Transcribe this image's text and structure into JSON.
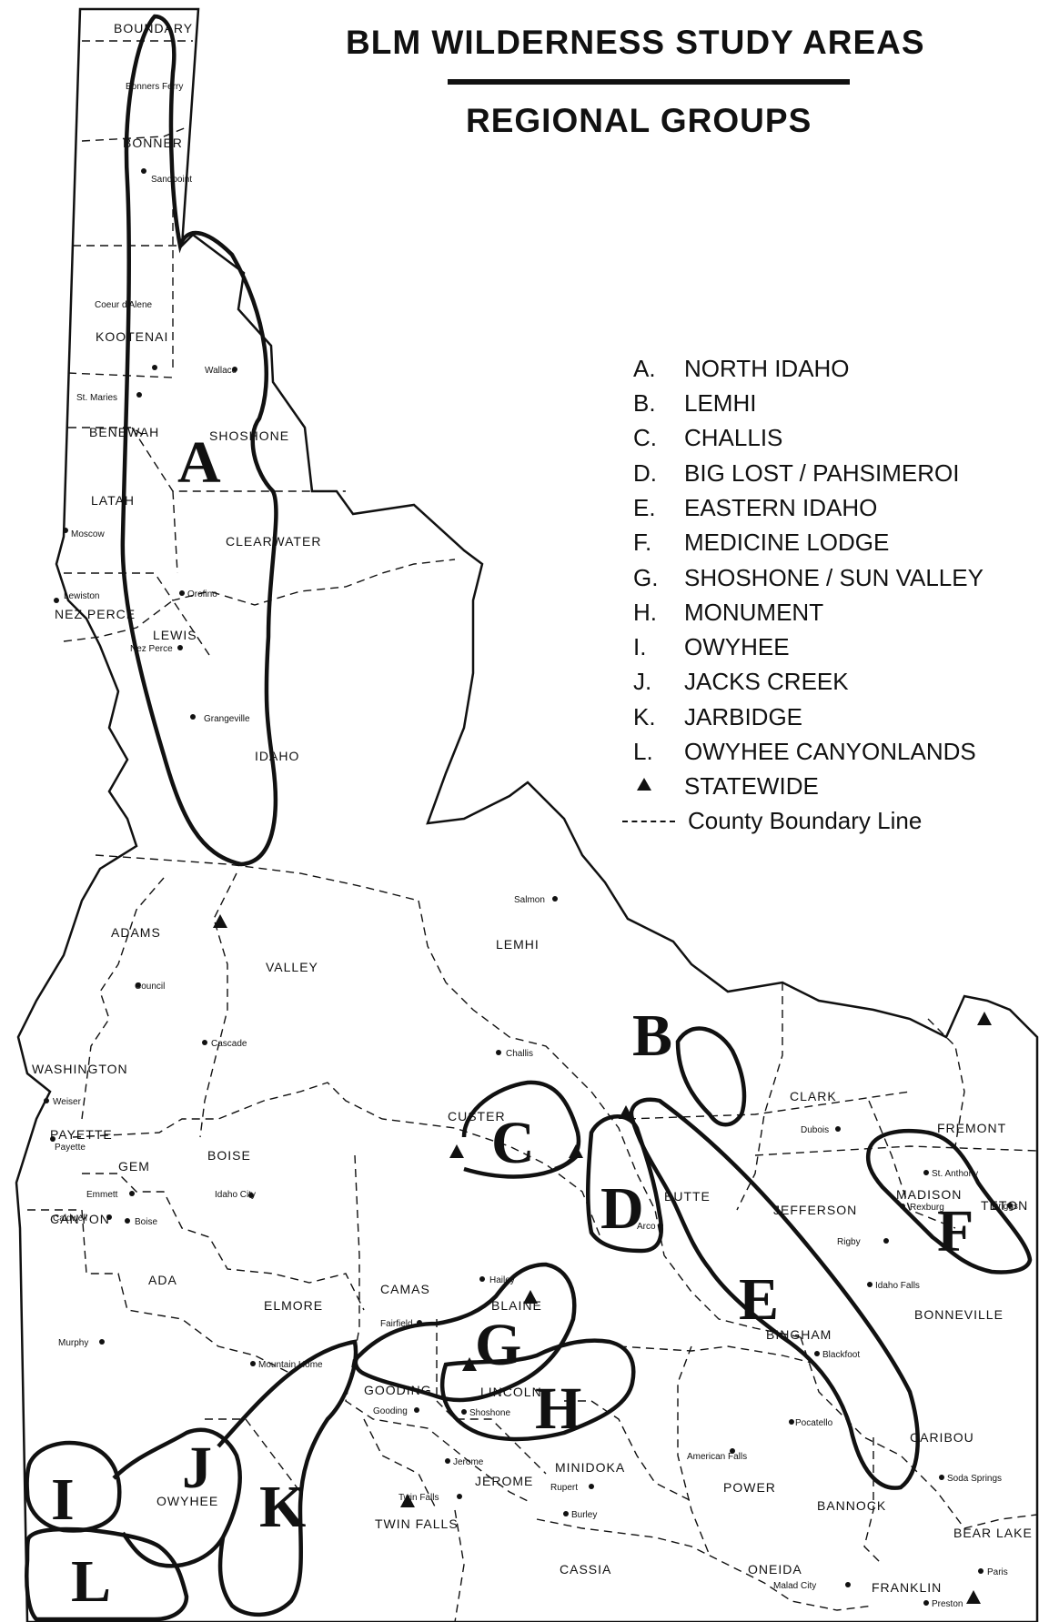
{
  "title": "BLM WILDERNESS STUDY AREAS",
  "subtitle": "REGIONAL GROUPS",
  "legend": [
    {
      "code": "A.",
      "name": "NORTH IDAHO"
    },
    {
      "code": "B.",
      "name": "LEMHI"
    },
    {
      "code": "C.",
      "name": "CHALLIS"
    },
    {
      "code": "D.",
      "name": "BIG LOST / PAHSIMEROI"
    },
    {
      "code": "E.",
      "name": "EASTERN IDAHO"
    },
    {
      "code": "F.",
      "name": "MEDICINE LODGE"
    },
    {
      "code": "G.",
      "name": "SHOSHONE / SUN VALLEY"
    },
    {
      "code": "H.",
      "name": "MONUMENT"
    },
    {
      "code": "I.",
      "name": "OWYHEE"
    },
    {
      "code": "J.",
      "name": "JACKS CREEK"
    },
    {
      "code": "K.",
      "name": "JARBIDGE"
    },
    {
      "code": "L.",
      "name": "OWYHEE CANYONLANDS"
    }
  ],
  "legend_statewide": "STATEWIDE",
  "legend_boundary": "County Boundary Line",
  "counties": {
    "boundary": "BOUNDARY",
    "bonner": "BONNER",
    "kootenai": "KOOTENAI",
    "benewah": "BENEWAH",
    "shoshone": "SHOSHONE",
    "latah": "LATAH",
    "clearwater": "CLEARWATER",
    "nez_perce": "NEZ PERCE",
    "lewis": "LEWIS",
    "idaho": "IDAHO",
    "adams": "ADAMS",
    "valley": "VALLEY",
    "lemhi": "LEMHI",
    "washington": "WASHINGTON",
    "custer": "CUSTER",
    "payette": "PAYETTE",
    "gem": "GEM",
    "boise": "BOISE",
    "canyon": "CANYON",
    "ada": "ADA",
    "elmore": "ELMORE",
    "camas": "CAMAS",
    "blaine": "BLAINE",
    "butte": "BUTTE",
    "clark": "CLARK",
    "fremont": "FREMONT",
    "jefferson": "JEFFERSON",
    "madison": "MADISON",
    "teton": "TETON",
    "bonneville": "BONNEVILLE",
    "bingham": "BINGHAM",
    "gooding": "GOODING",
    "lincoln": "LINCOLN",
    "jerome": "JEROME",
    "minidoka": "MINIDOKA",
    "owyhee": "OWYHEE",
    "twin_falls": "TWIN FALLS",
    "cassia": "CASSIA",
    "power": "POWER",
    "bannock": "BANNOCK",
    "caribou": "CARIBOU",
    "bear_lake": "BEAR LAKE",
    "oneida": "ONEIDA",
    "franklin": "FRANKLIN"
  },
  "towns": {
    "bonners_ferry": "Bonners Ferry",
    "sandpoint": "Sandpoint",
    "coeur_d_alene": "Coeur d'Alene",
    "wallace": "Wallace",
    "st_maries": "St. Maries",
    "moscow": "Moscow",
    "lewiston": "Lewiston",
    "orofino": "Orofino",
    "nez_perce": "Nez Perce",
    "grangeville": "Grangeville",
    "salmon": "Salmon",
    "council": "Council",
    "cascade": "Cascade",
    "challis": "Challis",
    "weiser": "Weiser",
    "payette": "Payette",
    "emmett": "Emmett",
    "idaho_city": "Idaho City",
    "caldwell": "Caldwell",
    "boise": "Boise",
    "murphy": "Murphy",
    "mountain_home": "Mountain Home",
    "fairfield": "Fairfield",
    "hailey": "Hailey",
    "arco": "Arco",
    "dubois": "Dubois",
    "st_anthony": "St. Anthony",
    "rexburg": "Rexburg",
    "driggs": "Driggs",
    "rigby": "Rigby",
    "idaho_falls": "Idaho Falls",
    "blackfoot": "Blackfoot",
    "gooding": "Gooding",
    "shoshone": "Shoshone",
    "jerome": "Jerome",
    "rupert": "Rupert",
    "burley": "Burley",
    "twin_falls": "Twin Falls",
    "american_falls": "American Falls",
    "pocatello": "Pocatello",
    "soda_springs": "Soda Springs",
    "malad_city": "Malad City",
    "paris": "Paris",
    "preston": "Preston"
  },
  "groups": {
    "a": "A",
    "b": "B",
    "c": "C",
    "d": "D",
    "e": "E",
    "f": "F",
    "g": "G",
    "h": "H",
    "i": "I",
    "j": "J",
    "k": "K",
    "l": "L"
  }
}
